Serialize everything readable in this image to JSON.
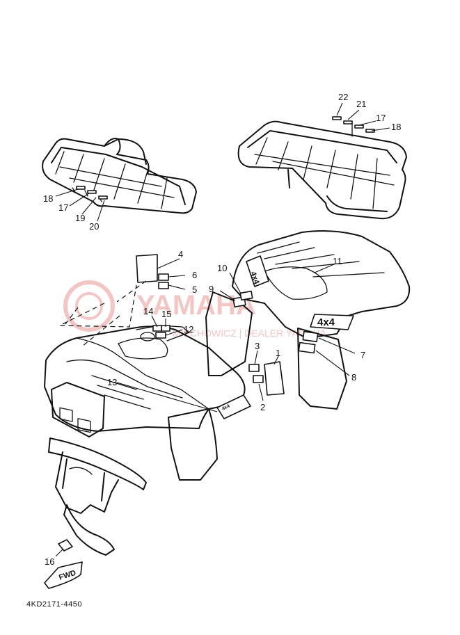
{
  "diagram": {
    "part_code": "4KD2171-4450",
    "callouts": {
      "c1": "1",
      "c2": "2",
      "c3": "3",
      "c4": "4",
      "c5": "5",
      "c6": "6",
      "c7": "7",
      "c8": "8",
      "c9": "9",
      "c10": "10",
      "c11": "11",
      "c12": "12",
      "c13": "13",
      "c14": "14",
      "c15": "15",
      "c16": "16",
      "c17_front": "17",
      "c18_front": "18",
      "c19": "19",
      "c20": "20",
      "c17_rear": "17",
      "c18_rear": "18",
      "c21": "21",
      "c22": "22"
    },
    "decals": {
      "fender_4x4": "4x4",
      "side_4x4": "4x4",
      "fwd": "FWD"
    },
    "watermark": {
      "brand": "YAMAHA",
      "subtitle": "MIECHOWICZ | DEALER YAMAHA"
    }
  }
}
